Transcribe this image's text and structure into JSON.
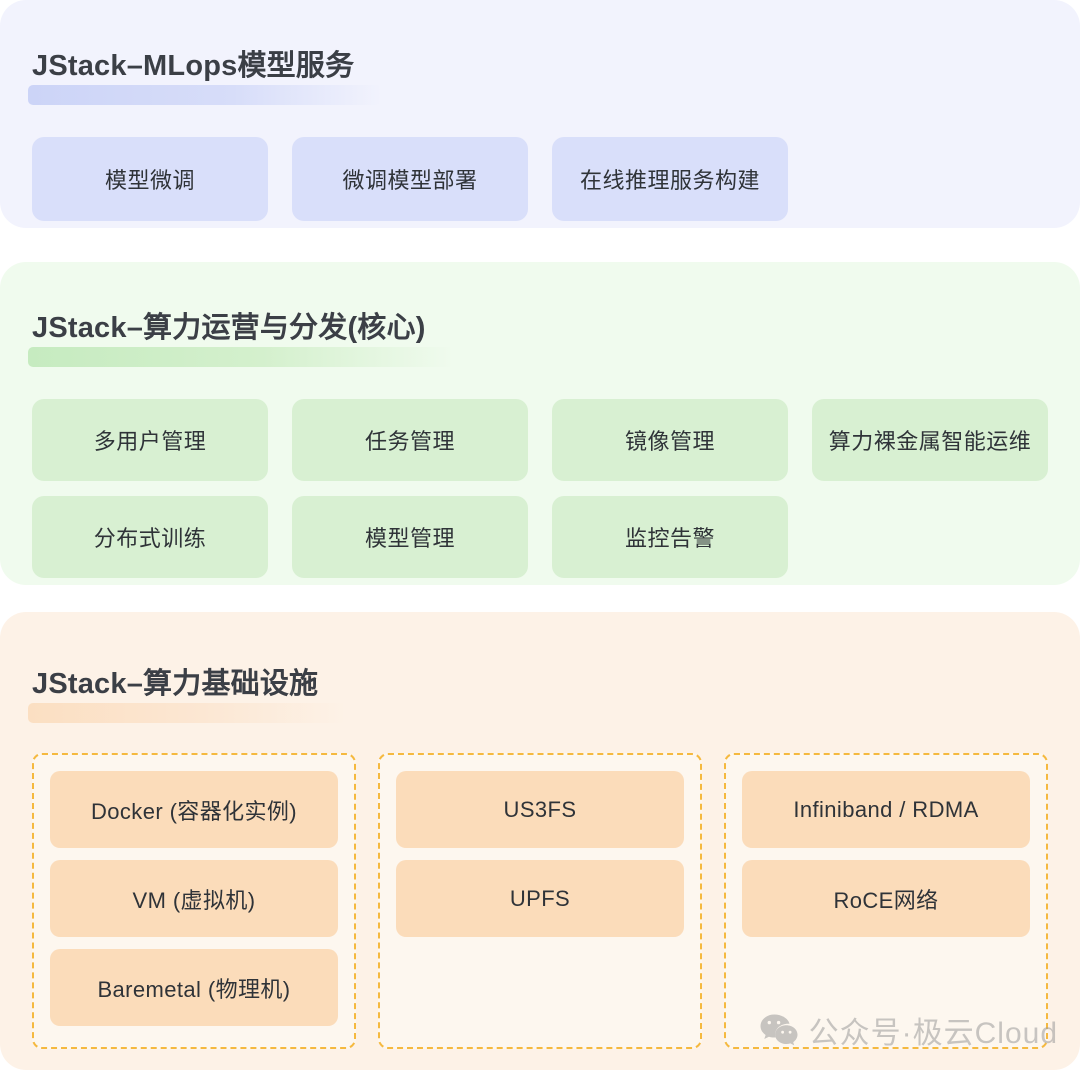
{
  "meta": {
    "colors": {
      "page_background": "#ffffff",
      "mlops_panel": "#f2f3fd",
      "mlops_chip": "#d9dffa",
      "core_panel": "#f0fbee",
      "core_chip": "#d8f0d2",
      "infra_panel": "#fdf2e7",
      "infra_chip": "#fbdcba",
      "infra_dashed_border": "#f5b93f",
      "title_text": "#3b3f46",
      "chip_text": "#2f3338",
      "watermark_text": "#9b9b9b"
    }
  },
  "sections": [
    {
      "id": "mlops",
      "title": "JStack–MLops模型服务",
      "chips": [
        "模型微调",
        "微调模型部署",
        "在线推理服务构建"
      ]
    },
    {
      "id": "core",
      "title": "JStack–算力运营与分发(核心)",
      "chips": [
        "多用户管理",
        "任务管理",
        "镜像管理",
        "算力裸金属智能运维",
        "分布式训练",
        "模型管理",
        "监控告警"
      ]
    },
    {
      "id": "infra",
      "title": "JStack–算力基础设施",
      "groups": [
        {
          "id": "compute",
          "items": [
            "Docker (容器化实例)",
            "VM (虚拟机)",
            "Baremetal (物理机)"
          ]
        },
        {
          "id": "storage",
          "items": [
            "US3FS",
            "UPFS"
          ]
        },
        {
          "id": "network",
          "items": [
            "Infiniband / RDMA",
            "RoCE网络"
          ]
        }
      ]
    }
  ],
  "watermark": {
    "icon": "wechat-icon",
    "text": "公众号·极云Cloud"
  }
}
